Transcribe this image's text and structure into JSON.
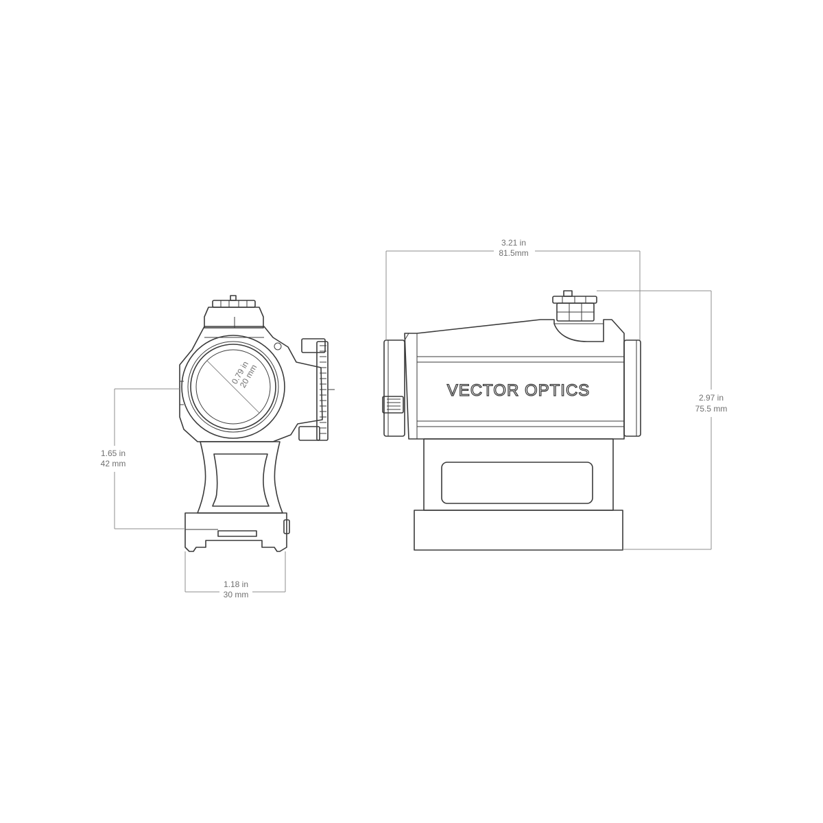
{
  "dimensions": {
    "lens_diameter": {
      "in": "0.79 in",
      "mm": "20 mm"
    },
    "mount_height": {
      "in": "1.65 in",
      "mm": "42 mm"
    },
    "base_width": {
      "in": "1.18 in",
      "mm": "30 mm"
    },
    "overall_length": {
      "in": "3.21 in",
      "mm": "81.5mm"
    },
    "overall_height": {
      "in": "2.97 in",
      "mm": "75.5 mm"
    }
  },
  "logo": {
    "brand_text": "VECTOR OPTICS"
  }
}
